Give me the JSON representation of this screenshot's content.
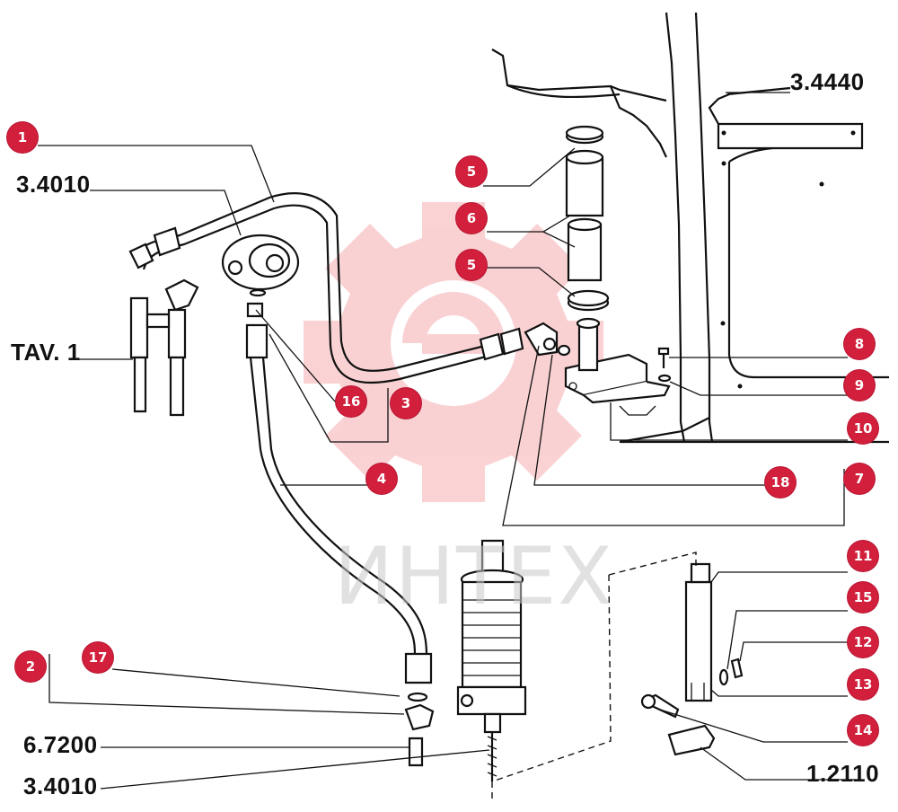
{
  "labels": {
    "ref_34440": "3.4440",
    "ref_34010_top": "3.4010",
    "ref_tav1": "TAV. 1",
    "ref_67200": "6.7200",
    "ref_34010_bottom": "3.4010",
    "ref_12110": "1.2110"
  },
  "callouts": [
    "1",
    "2",
    "3",
    "4",
    "5",
    "5",
    "6",
    "7",
    "8",
    "9",
    "10",
    "11",
    "12",
    "13",
    "14",
    "15",
    "16",
    "17",
    "18"
  ],
  "watermark": {
    "text": "ИНТЕХ",
    "color": "#e8323c"
  },
  "colors": {
    "callout": "#d21f3c",
    "line": "#111111"
  }
}
